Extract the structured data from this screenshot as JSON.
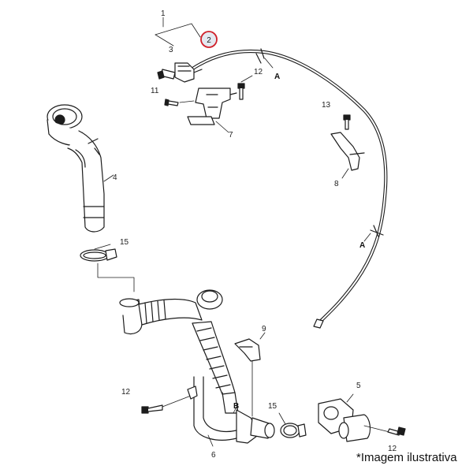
{
  "callouts": {
    "c1": "1",
    "c2": "2",
    "c3": "3",
    "c4": "4",
    "c5": "5",
    "c6": "6",
    "c7": "7",
    "c8": "8",
    "c9": "9",
    "c11": "11",
    "c12a": "12",
    "c12b": "12",
    "c12c": "12",
    "c13": "13",
    "c15a": "15",
    "c15b": "15"
  },
  "markers": {
    "a1": "A",
    "a2": "A",
    "b1": "B"
  },
  "highlight_color": "#d0202a",
  "disclaimer": "*Imagem ilustrativa"
}
